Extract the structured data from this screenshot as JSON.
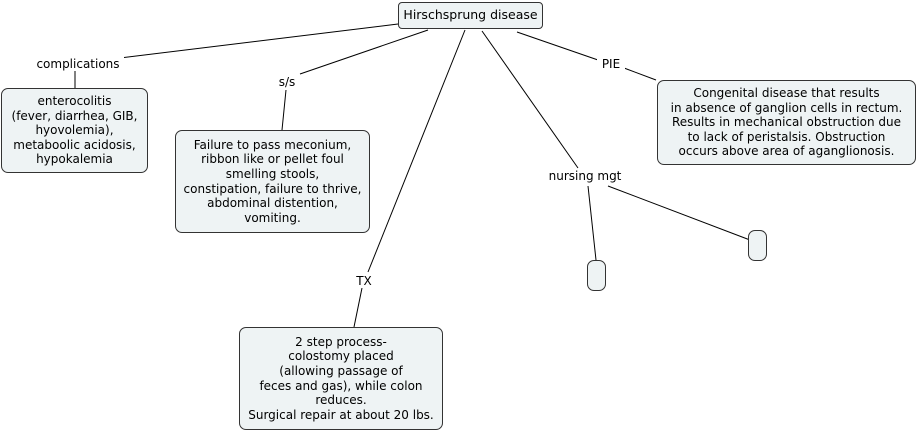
{
  "map": {
    "root": "Hirschsprung disease",
    "links": {
      "complications": "complications",
      "ss": "s/s",
      "tx": "TX",
      "nursing": "nursing mgt",
      "pie": "PIE"
    },
    "nodes": {
      "complications": "enterocolitis\n(fever, diarrhea, GIB,\nhyovolemia),\nmetaboolic acidosis,\nhypokalemia",
      "ss": "Failure to pass meconium,\nribbon like or pellet foul\nsmelling stools,\nconstipation, failure to thrive,\nabdominal distention,\nvomiting.",
      "tx": "2 step process-\ncolostomy placed\n(allowing passage of\nfeces and gas), while colon\nreduces.\nSurgical repair at about 20 lbs.",
      "pie": "Congenital disease that results\nin absence of ganglion cells in rectum.\nResults in mechanical obstruction due\nto lack of peristalsis.  Obstruction\noccurs above area of aganglionosis.",
      "nursing_1": "",
      "nursing_2": ""
    }
  }
}
